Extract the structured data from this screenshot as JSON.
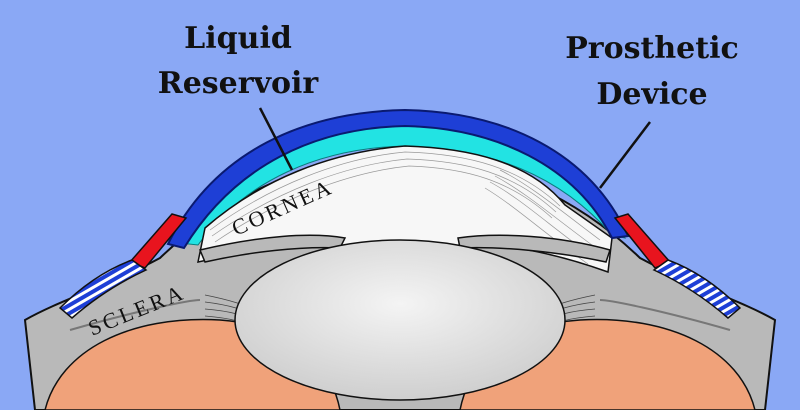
{
  "labels": {
    "liquid_reservoir": [
      "Liquid",
      "Reservoir"
    ],
    "prosthetic_device": [
      "Prosthetic",
      "Device"
    ],
    "cornea": "CORNEA",
    "sclera": "SCLERA"
  },
  "colors": {
    "background": "#8aa8f5",
    "sclera": "#b9b9b9",
    "outline": "#111111",
    "skin": "#f0a27a",
    "device_shell": "#1e3fd6",
    "liquid": "#22e3e3",
    "cornea": "#f7f7f7",
    "haptic_red": "#e8141e",
    "lens": "#e2e2e2"
  }
}
